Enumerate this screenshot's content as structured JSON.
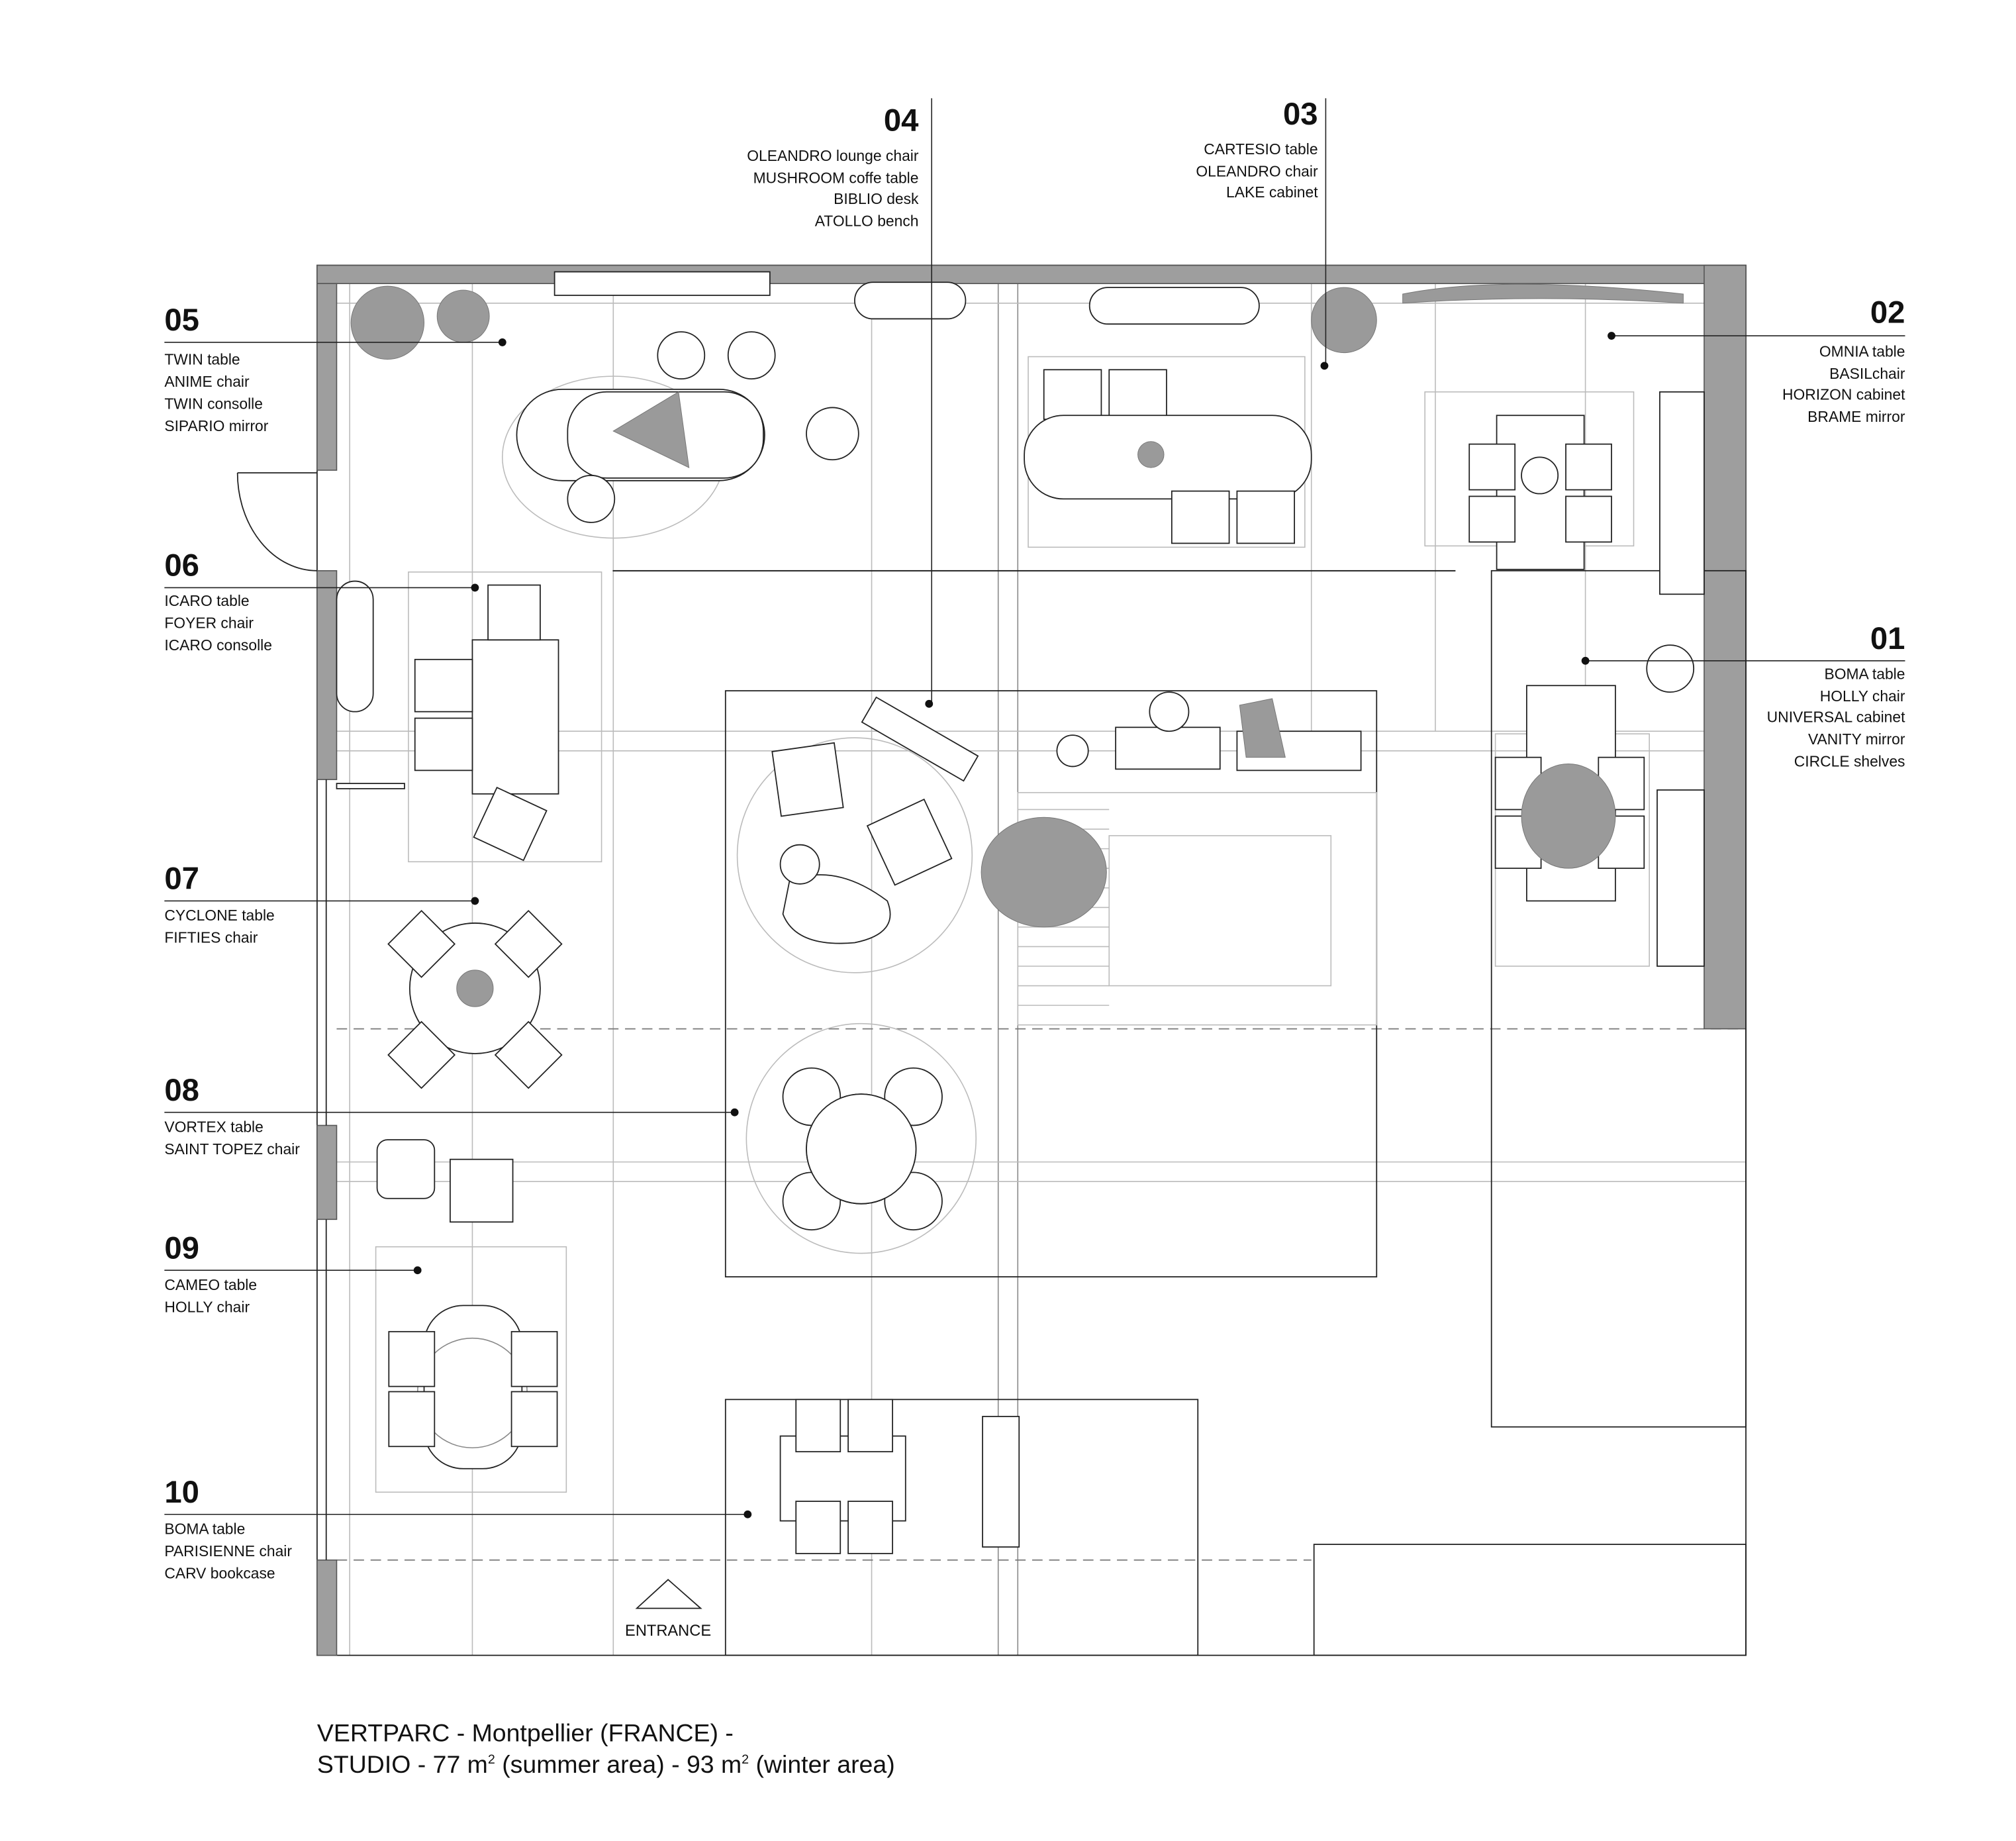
{
  "title": {
    "line1": "VERTPARC - Montpellier (FRANCE) -",
    "line2_prefix": "STUDIO -  77 m",
    "line2_mid": " (summer area) - 93 m",
    "line2_suffix": " (winter area)",
    "superscript": "2"
  },
  "entrance_label": "ENTRANCE",
  "zones": {
    "z01": {
      "number": "01",
      "items": [
        "BOMA table",
        "HOLLY chair",
        "UNIVERSAL cabinet",
        "VANITY mirror",
        "CIRCLE shelves"
      ]
    },
    "z02": {
      "number": "02",
      "items": [
        "OMNIA table",
        "BASILchair",
        "HORIZON cabinet",
        "BRAME mirror"
      ]
    },
    "z03": {
      "number": "03",
      "items": [
        "CARTESIO table",
        "OLEANDRO chair",
        "LAKE cabinet"
      ]
    },
    "z04": {
      "number": "04",
      "items": [
        "OLEANDRO lounge chair",
        "MUSHROOM coffe table",
        "BIBLIO desk",
        "ATOLLO bench"
      ]
    },
    "z05": {
      "number": "05",
      "items": [
        "TWIN table",
        "ANIME chair",
        "TWIN consolle",
        "SIPARIO mirror"
      ]
    },
    "z06": {
      "number": "06",
      "items": [
        "ICARO table",
        "FOYER chair",
        "ICARO consolle"
      ]
    },
    "z07": {
      "number": "07",
      "items": [
        "CYCLONE table",
        "FIFTIES chair"
      ]
    },
    "z08": {
      "number": "08",
      "items": [
        "VORTEX table",
        "SAINT TOPEZ chair"
      ]
    },
    "z09": {
      "number": "09",
      "items": [
        "CAMEO table",
        "HOLLY chair"
      ]
    },
    "z10": {
      "number": "10",
      "items": [
        "BOMA table",
        "PARISIENNE chair",
        "CARV bookcase"
      ]
    }
  }
}
